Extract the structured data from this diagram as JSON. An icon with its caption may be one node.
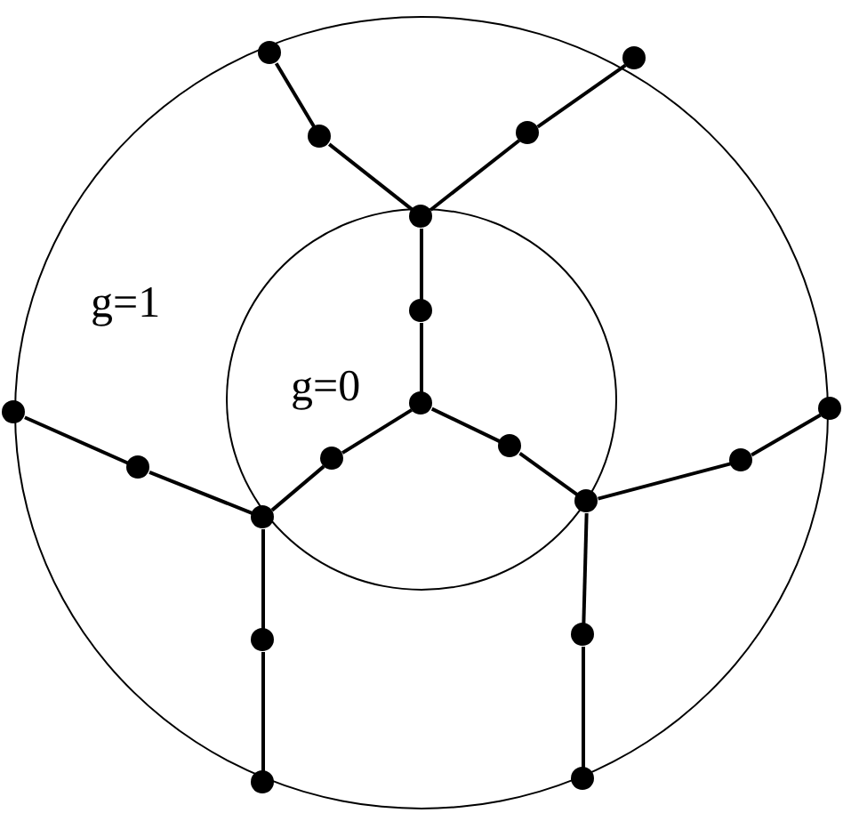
{
  "diagram": {
    "nodes": [
      {
        "text": [
          "g=1"
        ]
      },
      {
        "text": [
          "g=0"
        ],
        "in": 0
      },
      {
        "text": [],
        "shape": "circle",
        "in": 0
      },
      {
        "text": [],
        "shape": "circle",
        "in": 0
      },
      {
        "text": [],
        "shape": "circle",
        "in": 0
      },
      {
        "text": [],
        "shape": "circle",
        "in": 0
      },
      {
        "text": [],
        "shape": "circle",
        "in": 1
      },
      {
        "text": [],
        "shape": "circle",
        "in": 1
      },
      {
        "text": [],
        "shape": "circle",
        "in": 1
      },
      {
        "text": [],
        "shape": "circle",
        "in": 0
      },
      {
        "text": [],
        "shape": "circle",
        "in": 0
      },
      {
        "text": [],
        "shape": "circle",
        "in": 1
      },
      {
        "text": [],
        "shape": "circle",
        "in": 1
      },
      {
        "text": [],
        "shape": "circle",
        "in": 0
      },
      {
        "text": [],
        "shape": "circle",
        "in": 0
      },
      {
        "text": [],
        "shape": "circle",
        "in": 1
      },
      {
        "text": [],
        "shape": "circle",
        "in": 1
      },
      {
        "text": [],
        "shape": "circle",
        "in": 0
      },
      {
        "text": [],
        "shape": "circle",
        "in": 0
      },
      {
        "text": [],
        "shape": "circle",
        "in": 0
      },
      {
        "text": [],
        "shape": "circle",
        "in": 0
      }
    ],
    "edges": [
      {
        "from": 2,
        "to": 4,
        "arrow": "none"
      },
      {
        "from": 4,
        "to": 6,
        "arrow": "none"
      },
      {
        "from": 3,
        "to": 5,
        "arrow": "none"
      },
      {
        "from": 5,
        "to": 6,
        "arrow": "none"
      },
      {
        "from": 6,
        "to": 7,
        "arrow": "none"
      },
      {
        "from": 7,
        "to": 8,
        "arrow": "none"
      },
      {
        "from": 8,
        "to": 12,
        "arrow": "none"
      },
      {
        "from": 12,
        "to": 16,
        "arrow": "none"
      },
      {
        "from": 8,
        "to": 11,
        "arrow": "none"
      },
      {
        "from": 11,
        "to": 15,
        "arrow": "none"
      },
      {
        "from": 10,
        "to": 13,
        "arrow": "none"
      },
      {
        "from": 13,
        "to": 16,
        "arrow": "none"
      },
      {
        "from": 9,
        "to": 14,
        "arrow": "none"
      },
      {
        "from": 14,
        "to": 15,
        "arrow": "none"
      },
      {
        "from": 16,
        "to": 17,
        "arrow": "none"
      },
      {
        "from": 17,
        "to": 19,
        "arrow": "none"
      },
      {
        "from": 15,
        "to": 18,
        "arrow": "none"
      },
      {
        "from": 18,
        "to": 20,
        "arrow": "none"
      }
    ]
  }
}
